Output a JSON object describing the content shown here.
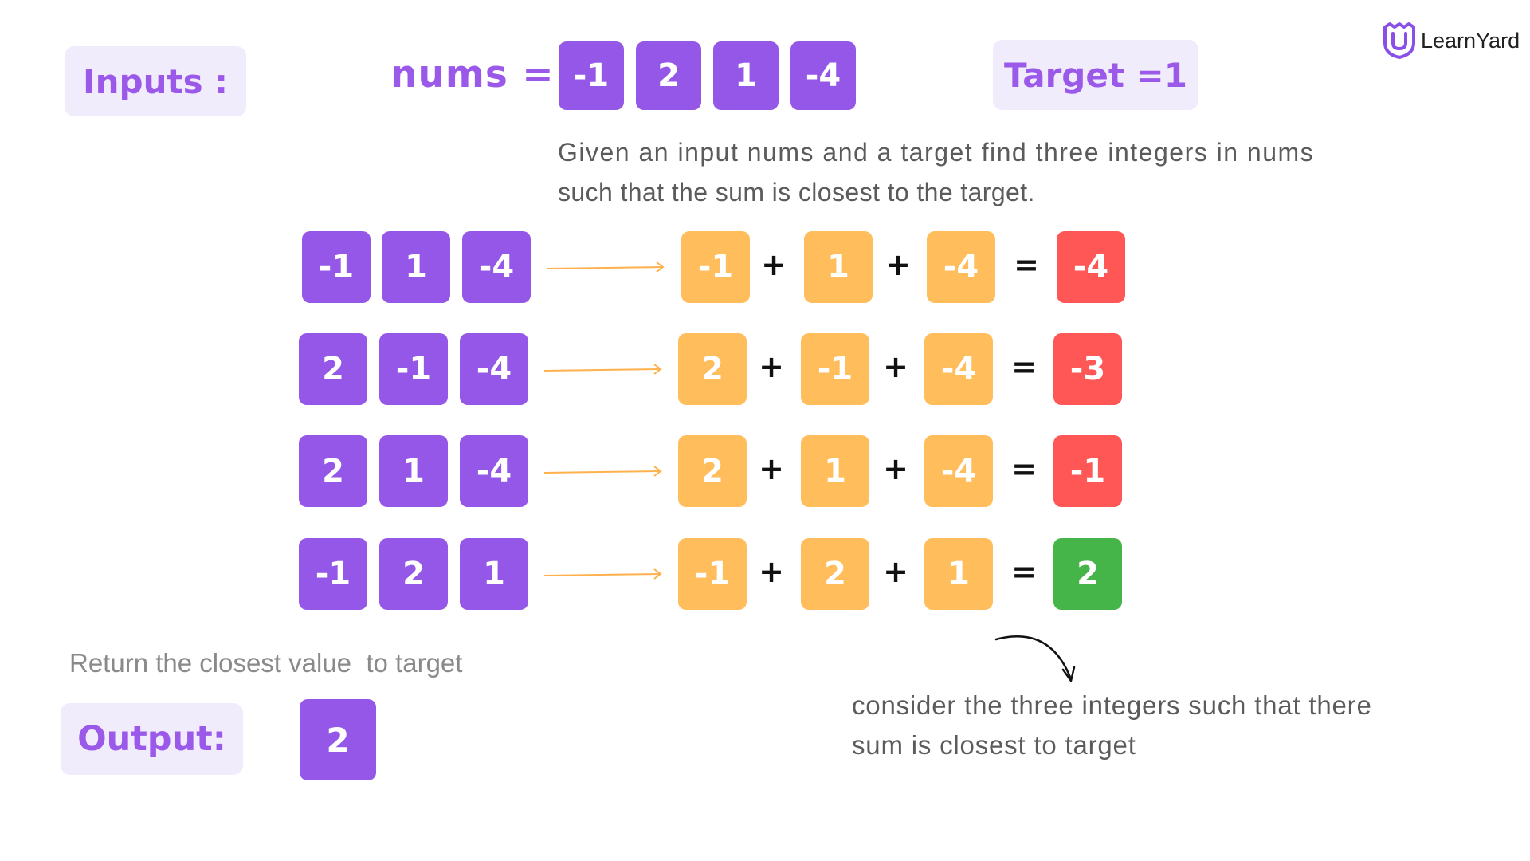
{
  "brand": {
    "name": "LearnYard"
  },
  "inputs_label": "Inputs :",
  "nums_label": "nums =",
  "nums": [
    "-1",
    "2",
    "1",
    "-4"
  ],
  "target_label": "Target =1",
  "description": [
    "Given an input nums and a target find three integers in nums",
    "such that the sum is closest to the target."
  ],
  "rows": [
    {
      "picked": [
        "-1",
        "1",
        "-4"
      ],
      "terms": [
        "-1",
        "1",
        "-4"
      ],
      "result": "-4",
      "result_color": "red"
    },
    {
      "picked": [
        "2",
        "-1",
        "-4"
      ],
      "terms": [
        "2",
        "-1",
        "-4"
      ],
      "result": "-3",
      "result_color": "red"
    },
    {
      "picked": [
        "2",
        "1",
        "-4"
      ],
      "terms": [
        "2",
        "1",
        "-4"
      ],
      "result": "-1",
      "result_color": "red"
    },
    {
      "picked": [
        "-1",
        "2",
        "1"
      ],
      "terms": [
        "-1",
        "2",
        "1"
      ],
      "result": "2",
      "result_color": "green"
    }
  ],
  "operators": {
    "plus": "+",
    "equals": "="
  },
  "return_text": "Return the closest value  to target",
  "output_label": "Output:",
  "output_value": "2",
  "note": [
    "consider the three integers such that there",
    "sum is closest to target"
  ],
  "colors": {
    "purple": "#9457e8",
    "orange": "#ffbd5c",
    "red": "#ff5656",
    "green": "#45b449",
    "label_bg": "#f1ecfb"
  },
  "icons": {
    "brand": "shield-u-icon",
    "arrow": "curved-arrow-icon"
  }
}
